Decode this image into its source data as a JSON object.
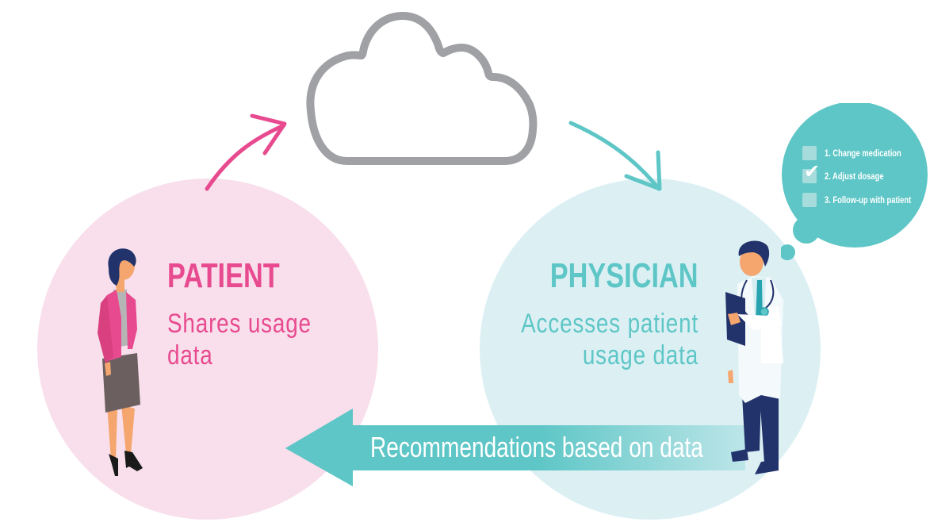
{
  "diagram": {
    "colors": {
      "patient_pink": "#e84a8f",
      "patient_circle": "#f8dfeb",
      "physician_teal": "#5ec6c6",
      "physician_circle": "#dcf0f4",
      "cloud_gray": "#a0a1a4",
      "navy": "#22336b"
    },
    "cloud": {
      "icon": "cloud-icon"
    },
    "flow": {
      "patient_to_cloud": {
        "icon": "curved-arrow-up-right-icon",
        "color": "#e84a8f"
      },
      "cloud_to_physician": {
        "icon": "curved-arrow-down-right-icon",
        "color": "#5ec6c6"
      }
    },
    "patient": {
      "title": "PATIENT",
      "description_line1": "Shares usage",
      "description_line2": "data",
      "figure": "woman-figure-icon"
    },
    "physician": {
      "title": "PHYSICIAN",
      "description_line1": "Accesses patient",
      "description_line2": "usage data",
      "figure": "doctor-figure-icon"
    },
    "recommendation_arrow": {
      "label": "Recommendations based on data",
      "icon": "left-arrow-icon"
    },
    "thought_bubble": {
      "items": [
        {
          "label": "1.  Change medication",
          "checked": false
        },
        {
          "label": "2.  Adjust dosage",
          "checked": true
        },
        {
          "label": "3.  Follow-up with patient",
          "checked": false
        }
      ],
      "check_glyph": "✔"
    }
  }
}
